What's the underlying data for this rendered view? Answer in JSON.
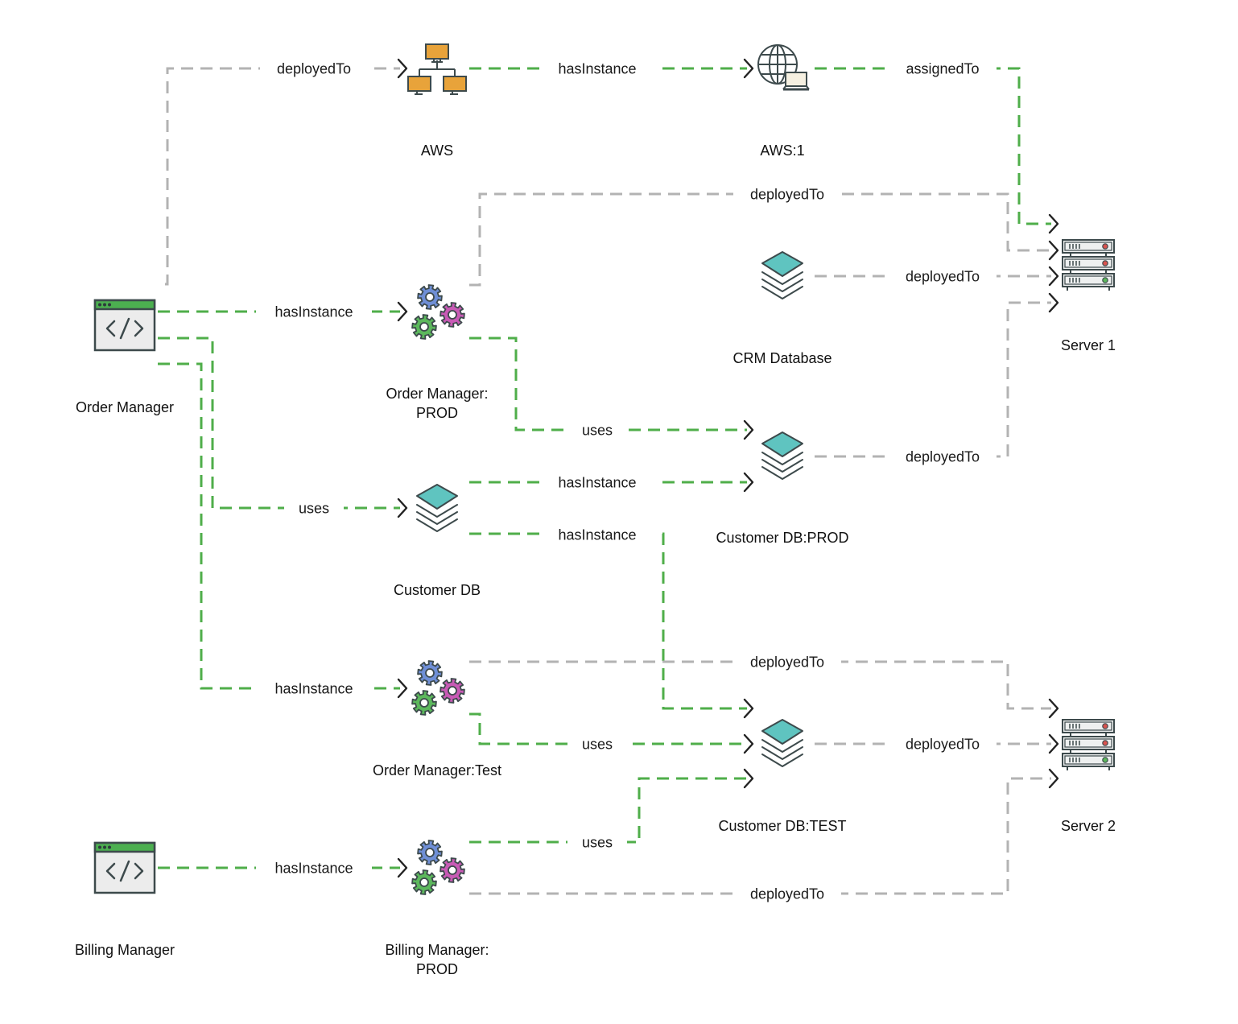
{
  "colors": {
    "green_edge": "#4fae4a",
    "gray_edge": "#b3b3b3",
    "app_bar": "#4caf50",
    "cloud_orange": "#e8a33a",
    "db_teal": "#5fc4c0",
    "gear_blue": "#6f8fd6",
    "gear_pink": "#c85ab5",
    "gear_green": "#5cb85c"
  },
  "nodes": [
    {
      "id": "order_manager",
      "type": "app",
      "icon": "code-window-icon",
      "label": [
        "Order Manager"
      ]
    },
    {
      "id": "billing_manager",
      "type": "app",
      "icon": "code-window-icon",
      "label": [
        "Billing Manager"
      ]
    },
    {
      "id": "aws",
      "type": "cloud",
      "icon": "network-icon",
      "label": [
        "AWS"
      ]
    },
    {
      "id": "aws1",
      "type": "instance",
      "icon": "globe-laptop-icon",
      "label": [
        "AWS:1"
      ]
    },
    {
      "id": "om_prod",
      "type": "instance",
      "icon": "gears-icon",
      "label": [
        "Order Manager:",
        "PROD"
      ]
    },
    {
      "id": "om_test",
      "type": "instance",
      "icon": "gears-icon",
      "label": [
        "Order Manager:Test"
      ]
    },
    {
      "id": "bm_prod",
      "type": "instance",
      "icon": "gears-icon",
      "label": [
        "Billing Manager:",
        "PROD"
      ]
    },
    {
      "id": "customer_db",
      "type": "db",
      "icon": "database-icon",
      "label": [
        "Customer DB"
      ]
    },
    {
      "id": "crm_db",
      "type": "db",
      "icon": "database-icon",
      "label": [
        "CRM Database"
      ]
    },
    {
      "id": "cdb_prod",
      "type": "db",
      "icon": "database-icon",
      "label": [
        "Customer DB:PROD"
      ]
    },
    {
      "id": "cdb_test",
      "type": "db",
      "icon": "database-icon",
      "label": [
        "Customer DB:TEST"
      ]
    },
    {
      "id": "server1",
      "type": "server",
      "icon": "server-icon",
      "label": [
        "Server 1"
      ]
    },
    {
      "id": "server2",
      "type": "server",
      "icon": "server-icon",
      "label": [
        "Server 2"
      ]
    }
  ],
  "edges": [
    {
      "from": "order_manager",
      "to": "aws",
      "label": "deployedTo",
      "style": "gray"
    },
    {
      "from": "aws",
      "to": "aws1",
      "label": "hasInstance",
      "style": "green"
    },
    {
      "from": "aws1",
      "to": "server1",
      "label": "assignedTo",
      "style": "green"
    },
    {
      "from": "om_prod",
      "to": "server1",
      "label": "deployedTo",
      "style": "gray"
    },
    {
      "from": "crm_db",
      "to": "server1",
      "label": "deployedTo",
      "style": "gray"
    },
    {
      "from": "order_manager",
      "to": "om_prod",
      "label": "hasInstance",
      "style": "green"
    },
    {
      "from": "om_prod",
      "to": "cdb_prod",
      "label": "uses",
      "style": "green"
    },
    {
      "from": "cdb_prod",
      "to": "server1",
      "label": "deployedTo",
      "style": "gray"
    },
    {
      "from": "customer_db",
      "to": "cdb_prod",
      "label": "hasInstance",
      "style": "green"
    },
    {
      "from": "order_manager",
      "to": "customer_db",
      "label": "uses",
      "style": "green"
    },
    {
      "from": "customer_db",
      "to": "cdb_test",
      "label": "hasInstance",
      "style": "green"
    },
    {
      "from": "om_test",
      "to": "server2",
      "label": "deployedTo",
      "style": "gray"
    },
    {
      "from": "order_manager",
      "to": "om_test",
      "label": "hasInstance",
      "style": "green"
    },
    {
      "from": "om_test",
      "to": "cdb_test",
      "label": "uses",
      "style": "green"
    },
    {
      "from": "cdb_test",
      "to": "server2",
      "label": "deployedTo",
      "style": "gray"
    },
    {
      "from": "bm_prod",
      "to": "cdb_test",
      "label": "uses",
      "style": "green"
    },
    {
      "from": "billing_manager",
      "to": "bm_prod",
      "label": "hasInstance",
      "style": "green"
    },
    {
      "from": "bm_prod",
      "to": "server2",
      "label": "deployedTo",
      "style": "gray"
    }
  ]
}
